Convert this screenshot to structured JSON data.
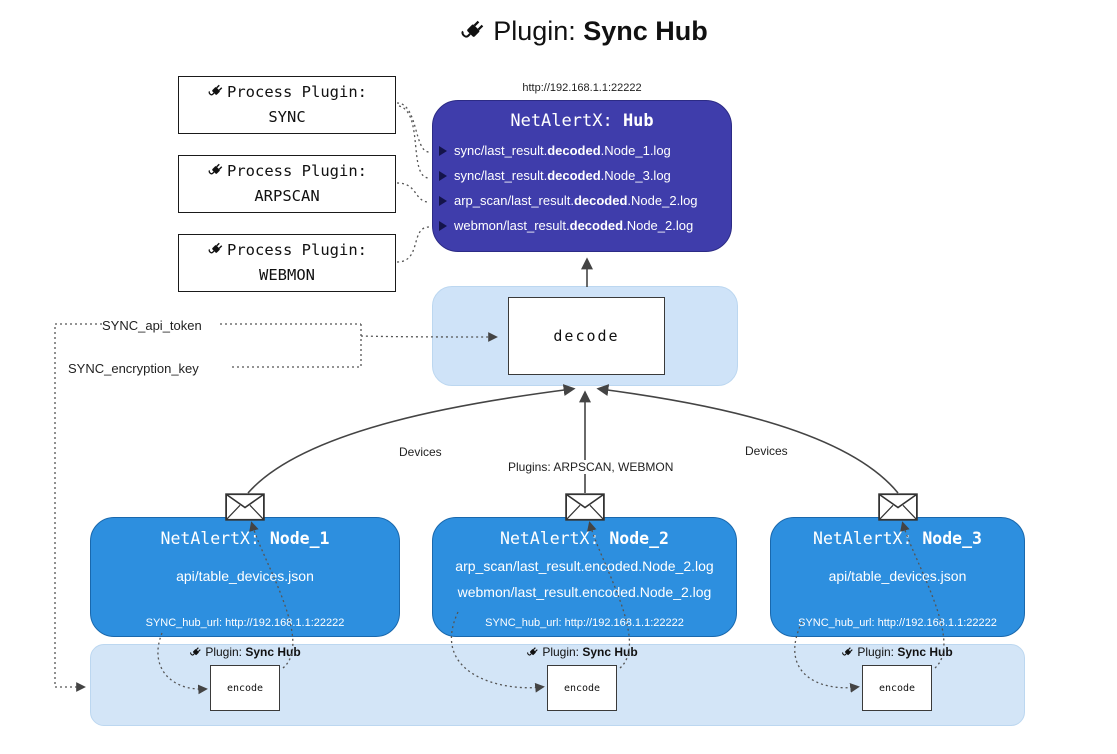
{
  "title": {
    "prefix": "Plugin: ",
    "bold": "Sync Hub"
  },
  "process_plugins": [
    {
      "line1": "Process Plugin:",
      "name": "SYNC"
    },
    {
      "line1": "Process Plugin:",
      "name": "ARPSCAN"
    },
    {
      "line1": "Process Plugin:",
      "name": "WEBMON"
    }
  ],
  "hub": {
    "url": "http://192.168.1.1:22222",
    "title_prefix": "NetAlertX: ",
    "title_bold": "Hub",
    "lines": [
      {
        "pre": "sync/last_result.",
        "bold": "decoded",
        "post": ".Node_1.log"
      },
      {
        "pre": "sync/last_result.",
        "bold": "decoded",
        "post": ".Node_3.log"
      },
      {
        "pre": "arp_scan/last_result.",
        "bold": "decoded",
        "post": ".Node_2.log"
      },
      {
        "pre": "webmon/last_result.",
        "bold": "decoded",
        "post": ".Node_2.log"
      }
    ]
  },
  "decode": {
    "label": "decode"
  },
  "secrets": {
    "api_token": "SYNC_api_token",
    "encryption_key": "SYNC_encryption_key"
  },
  "edge_labels": {
    "left": "Devices",
    "center": "Plugins: ARPSCAN, WEBMON",
    "right": "Devices"
  },
  "nodes": [
    {
      "title_prefix": "NetAlertX: ",
      "title_bold": "Node_1",
      "lines": [
        "api/table_devices.json"
      ],
      "footer": "SYNC_hub_url: http://192.168.1.1:22222"
    },
    {
      "title_prefix": "NetAlertX: ",
      "title_bold": "Node_2",
      "lines": [
        "arp_scan/last_result.encoded.Node_2.log",
        "webmon/last_result.encoded.Node_2.log"
      ],
      "footer": "SYNC_hub_url: http://192.168.1.1:22222"
    },
    {
      "title_prefix": "NetAlertX: ",
      "title_bold": "Node_3",
      "lines": [
        "api/table_devices.json"
      ],
      "footer": "SYNC_hub_url: http://192.168.1.1:22222"
    }
  ],
  "encode_groups": [
    {
      "label_prefix": "Plugin: ",
      "label_bold": "Sync Hub",
      "box": "encode"
    },
    {
      "label_prefix": "Plugin: ",
      "label_bold": "Sync Hub",
      "box": "encode"
    },
    {
      "label_prefix": "Plugin: ",
      "label_bold": "Sync Hub",
      "box": "encode"
    }
  ],
  "colors": {
    "hub_bg": "#3f3dab",
    "node_bg": "#2d8fdf",
    "panel_bg": "#cfe3f8",
    "line": "#444444"
  }
}
